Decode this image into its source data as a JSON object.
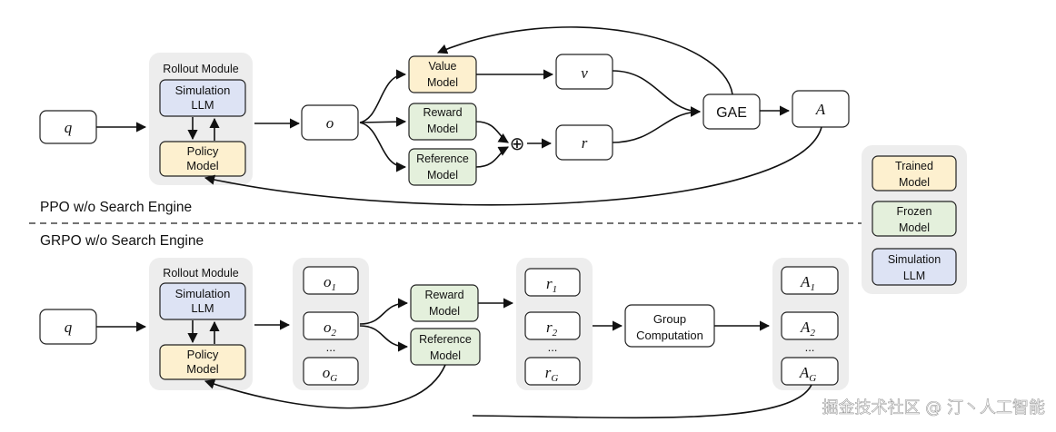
{
  "ppo": {
    "section_label": "PPO w/o Search Engine",
    "query": "q",
    "rollout_title": "Rollout Module",
    "simulation_l1": "Simulation",
    "simulation_l2": "LLM",
    "policy_l1": "Policy",
    "policy_l2": "Model",
    "output": "o",
    "value_l1": "Value",
    "value_l2": "Model",
    "reward_l1": "Reward",
    "reward_l2": "Model",
    "reference_l1": "Reference",
    "reference_l2": "Model",
    "plus": "⊕",
    "v": "v",
    "r": "r",
    "gae": "GAE",
    "adv": "A"
  },
  "grpo": {
    "section_label": "GRPO w/o Search Engine",
    "query": "q",
    "rollout_title": "Rollout Module",
    "simulation_l1": "Simulation",
    "simulation_l2": "LLM",
    "policy_l1": "Policy",
    "policy_l2": "Model",
    "outputs": [
      {
        "base": "o",
        "sub": "1"
      },
      {
        "base": "o",
        "sub": "2"
      },
      {
        "base": "o",
        "sub": "G"
      }
    ],
    "rewards": [
      {
        "base": "r",
        "sub": "1"
      },
      {
        "base": "r",
        "sub": "2"
      },
      {
        "base": "r",
        "sub": "G"
      }
    ],
    "advantages": [
      {
        "base": "A",
        "sub": "1"
      },
      {
        "base": "A",
        "sub": "2"
      },
      {
        "base": "A",
        "sub": "G"
      }
    ],
    "ellipsis": "...",
    "reward_l1": "Reward",
    "reward_l2": "Model",
    "reference_l1": "Reference",
    "reference_l2": "Model",
    "group_l1": "Group",
    "group_l2": "Computation"
  },
  "legend": [
    {
      "l1": "Trained",
      "l2": "Model",
      "color": "#fdf0cf"
    },
    {
      "l1": "Frozen",
      "l2": "Model",
      "color": "#e4f0dc"
    },
    {
      "l1": "Simulation",
      "l2": "LLM",
      "color": "#dde3f4"
    }
  ],
  "watermark": "掘金技术社区 @ 汀丶人工智能"
}
